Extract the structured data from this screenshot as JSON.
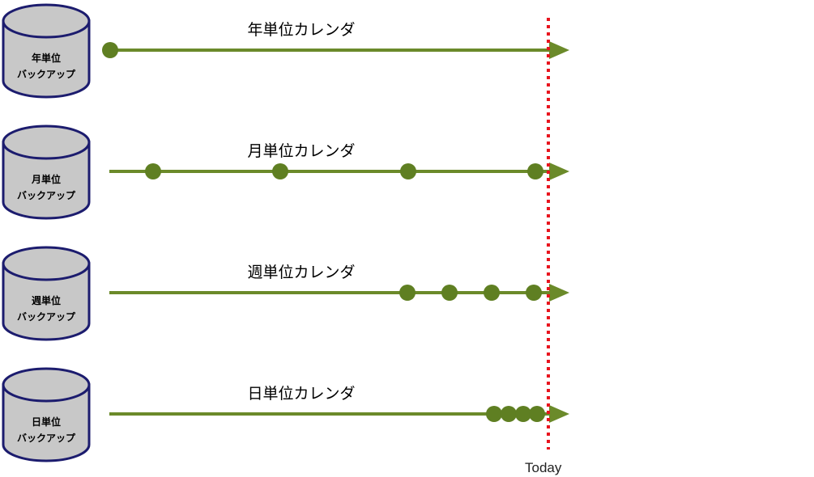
{
  "rows": [
    {
      "title": "年単位カレンダ",
      "storage_line1": "年単位",
      "storage_line2": "バックアップ"
    },
    {
      "title": "月単位カレンダ",
      "storage_line1": "月単位",
      "storage_line2": "バックアップ"
    },
    {
      "title": "週単位カレンダ",
      "storage_line1": "週単位",
      "storage_line2": "バックアップ"
    },
    {
      "title": "日単位カレンダ",
      "storage_line1": "日単位",
      "storage_line2": "バックアップ"
    }
  ],
  "today_label": "Today",
  "colors": {
    "timeline": "#6b8a2a",
    "dot": "#5f7f22",
    "today_line": "#e8141e",
    "cylinder_fill": "#c8c8c8",
    "cylinder_stroke": "#1c1c6e"
  }
}
